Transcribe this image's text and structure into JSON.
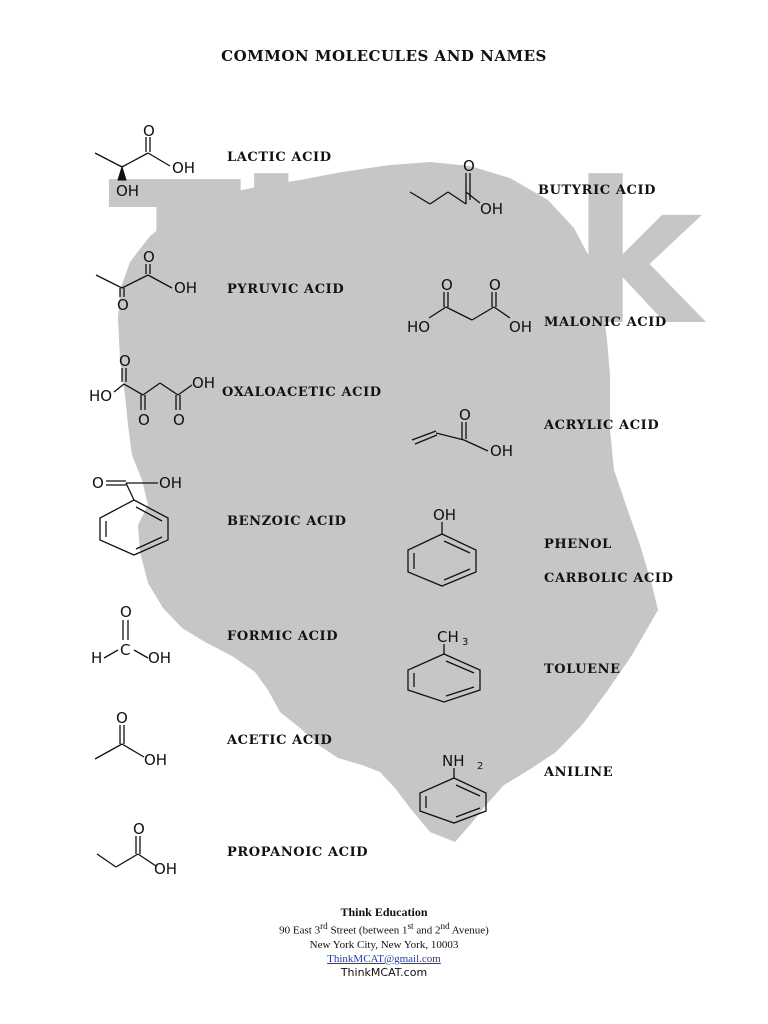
{
  "title": "COMMON MOLECULES AND NAMES",
  "watermark": {
    "text": "Think",
    "color": "#c6c6c6"
  },
  "molecules": {
    "lactic_acid": "LACTIC ACID",
    "pyruvic_acid": "PYRUVIC ACID",
    "oxaloacetic_acid": "OXALOACETIC ACID",
    "benzoic_acid": "BENZOIC ACID",
    "formic_acid": "FORMIC ACID",
    "acetic_acid": "ACETIC ACID",
    "propanoic_acid": "PROPANOIC ACID",
    "butyric_acid": "BUTYRIC ACID",
    "malonic_acid": "MALONIC ACID",
    "acrylic_acid": "ACRYLIC ACID",
    "phenol": "PHENOL",
    "carbolic_acid": "CARBOLIC ACID",
    "toluene": "TOLUENE",
    "aniline": "ANILINE"
  },
  "atoms": {
    "O": "O",
    "OH": "OH",
    "HO": "HO",
    "H": "H",
    "C": "C",
    "CH": "CH",
    "NH": "NH",
    "sub3": "3",
    "sub2": "2"
  },
  "footer": {
    "org": "Think Education",
    "addr_a": "90 East 3",
    "addr_rd": "rd",
    "addr_b": " Street (between 1",
    "addr_st": "st",
    "addr_c": " and 2",
    "addr_nd": "nd",
    "addr_d": " Avenue)",
    "city": "New York City, New York, 10003",
    "email": "ThinkMCAT@gmail.com",
    "website": "ThinkMCAT.com"
  }
}
